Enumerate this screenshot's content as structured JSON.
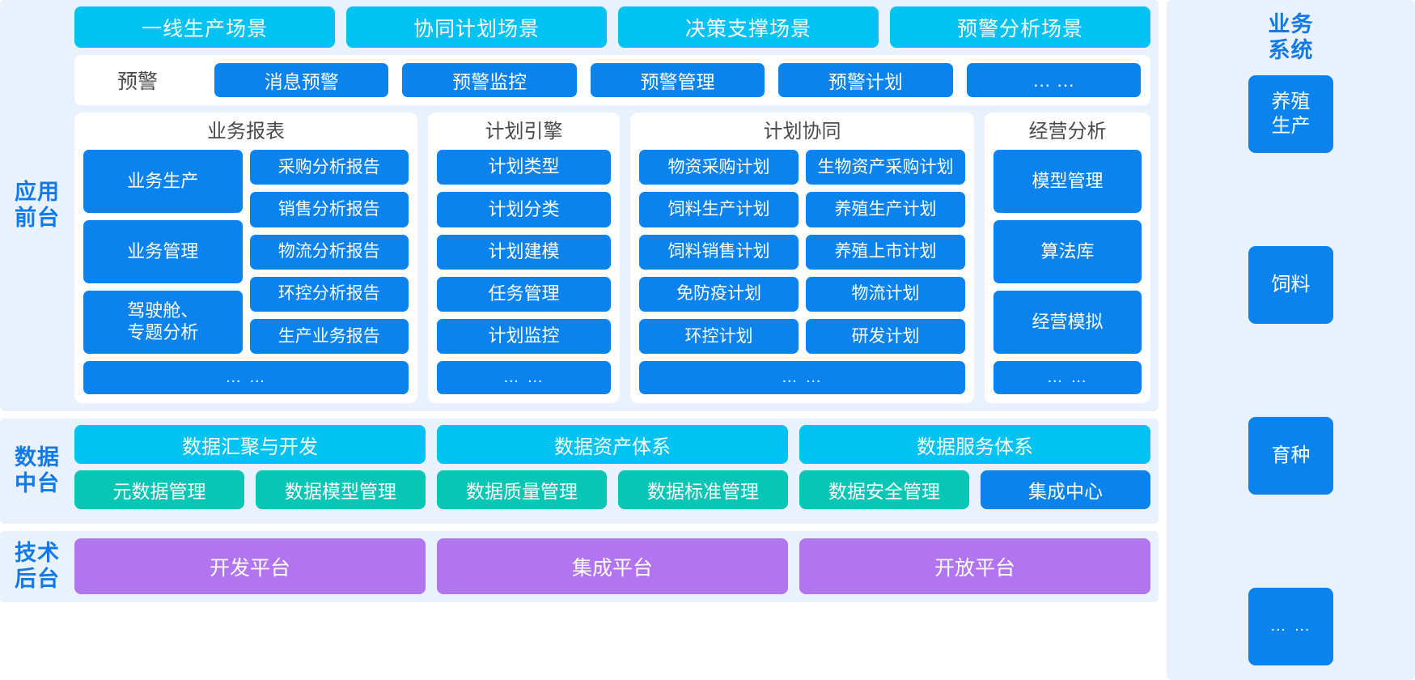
{
  "layers": {
    "application": {
      "label_line1": "应用",
      "label_line2": "前台"
    },
    "data_platform": {
      "label_line1": "数据",
      "label_line2": "中台"
    },
    "tech_backend": {
      "label_line1": "技术",
      "label_line2": "后台"
    }
  },
  "scenes": [
    {
      "label": "一线生产场景"
    },
    {
      "label": "协同计划场景"
    },
    {
      "label": "决策支撑场景"
    },
    {
      "label": "预警分析场景"
    }
  ],
  "alert_row": {
    "title": "预警",
    "items": [
      {
        "label": "消息预警"
      },
      {
        "label": "预警监控"
      },
      {
        "label": "预警管理"
      },
      {
        "label": "预警计划"
      },
      {
        "label": "… …"
      }
    ]
  },
  "panels": [
    {
      "title": "业务报表",
      "left_column": [
        {
          "label": "业务生产"
        },
        {
          "label": "业务管理"
        },
        {
          "label": "驾驶舱、\n专题分析"
        }
      ],
      "right_column": [
        {
          "label": "采购分析报告"
        },
        {
          "label": "销售分析报告"
        },
        {
          "label": "物流分析报告"
        },
        {
          "label": "环控分析报告"
        },
        {
          "label": "生产业务报告"
        }
      ],
      "footer": "… …"
    },
    {
      "title": "计划引擎",
      "left_column": [
        {
          "label": "计划类型"
        },
        {
          "label": "计划分类"
        },
        {
          "label": "计划建模"
        },
        {
          "label": "任务管理"
        },
        {
          "label": "计划监控"
        }
      ],
      "right_column": [],
      "footer": "… …"
    },
    {
      "title": "计划协同",
      "left_column": [
        {
          "label": "物资采购计划"
        },
        {
          "label": "饲料生产计划"
        },
        {
          "label": "饲料销售计划"
        },
        {
          "label": "免防疫计划"
        },
        {
          "label": "环控计划"
        }
      ],
      "right_column": [
        {
          "label": "生物资产采购计划"
        },
        {
          "label": "养殖生产计划"
        },
        {
          "label": "养殖上市计划"
        },
        {
          "label": "物流计划"
        },
        {
          "label": "研发计划"
        }
      ],
      "footer": "… …"
    },
    {
      "title": "经营分析",
      "left_column": [
        {
          "label": "模型管理"
        },
        {
          "label": "算法库"
        },
        {
          "label": "经营模拟"
        }
      ],
      "right_column": [],
      "footer": "… …"
    }
  ],
  "data_platform_top": [
    {
      "label": "数据汇聚与开发"
    },
    {
      "label": "数据资产体系"
    },
    {
      "label": "数据服务体系"
    }
  ],
  "data_platform_bottom": [
    {
      "label": "元数据管理"
    },
    {
      "label": "数据模型管理"
    },
    {
      "label": "数据质量管理"
    },
    {
      "label": "数据标准管理"
    },
    {
      "label": "数据安全管理"
    },
    {
      "label": "集成中心"
    }
  ],
  "tech_platforms": [
    {
      "label": "开发平台"
    },
    {
      "label": "集成平台"
    },
    {
      "label": "开放平台"
    }
  ],
  "business_systems": {
    "title_line1": "业务",
    "title_line2": "系统",
    "items": [
      {
        "label": "养殖\n生产"
      },
      {
        "label": "饲料"
      },
      {
        "label": "育种"
      },
      {
        "label": "… …"
      }
    ]
  },
  "colors": {
    "band_bg": "#e9f2fc",
    "scene_cyan": "#00c2f3",
    "chip_blue": "#0a83ef",
    "label_blue": "#127ae8",
    "teal": "#08c6b6",
    "purple": "#b175f0",
    "panel_white": "#ffffff"
  }
}
